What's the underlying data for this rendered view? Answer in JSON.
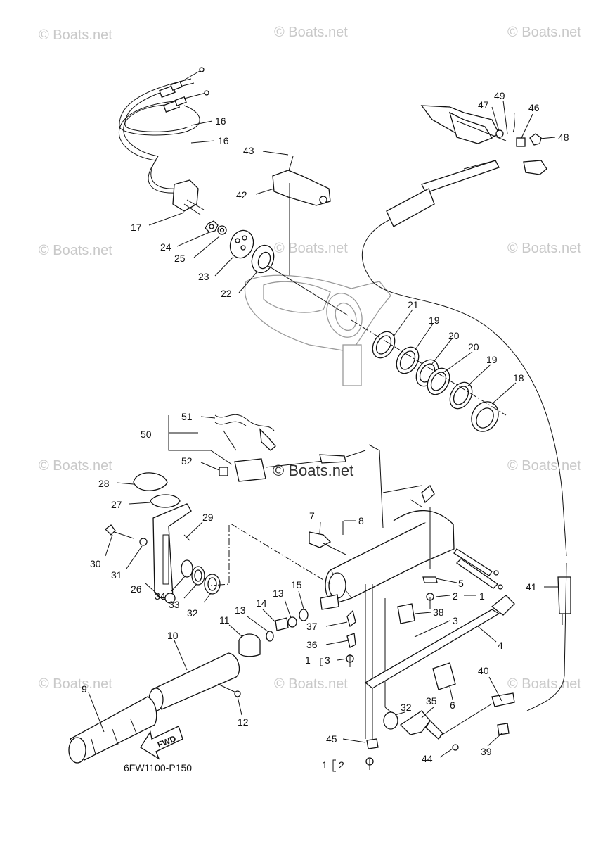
{
  "watermark": {
    "text": "© Boats.net",
    "center_text": "© Boats.net"
  },
  "diagram_code": "6FW1100-P150",
  "fwd_label": "FWD",
  "callouts": {
    "p16a": "16",
    "p16b": "16",
    "p17": "17",
    "p24": "24",
    "p25": "25",
    "p23": "23",
    "p22": "22",
    "p43": "43",
    "p42": "42",
    "p49": "49",
    "p47": "47",
    "p46": "46",
    "p48": "48",
    "p21": "21",
    "p19a": "19",
    "p20a": "20",
    "p20b": "20",
    "p19b": "19",
    "p18": "18",
    "p51": "51",
    "p50": "50",
    "p52": "52",
    "p28": "28",
    "p27": "27",
    "p29": "29",
    "p30": "30",
    "p31": "31",
    "p26": "26",
    "p34": "34",
    "p33": "33",
    "p32a": "32",
    "p7": "7",
    "p8": "8",
    "p5": "5",
    "p2a": "2",
    "p1a": "1",
    "p38": "38",
    "p3a": "3",
    "p41": "41",
    "p15": "15",
    "p13a": "13",
    "p13b": "13",
    "p14": "14",
    "p11": "11",
    "p10": "10",
    "p37": "37",
    "p36": "36",
    "p1b": "1",
    "p3b": "3",
    "p4": "4",
    "p9": "9",
    "p12": "12",
    "p32b": "32",
    "p35": "35",
    "p6": "6",
    "p40": "40",
    "p45": "45",
    "p1c": "1",
    "p2b": "2",
    "p44": "44",
    "p39": "39"
  }
}
